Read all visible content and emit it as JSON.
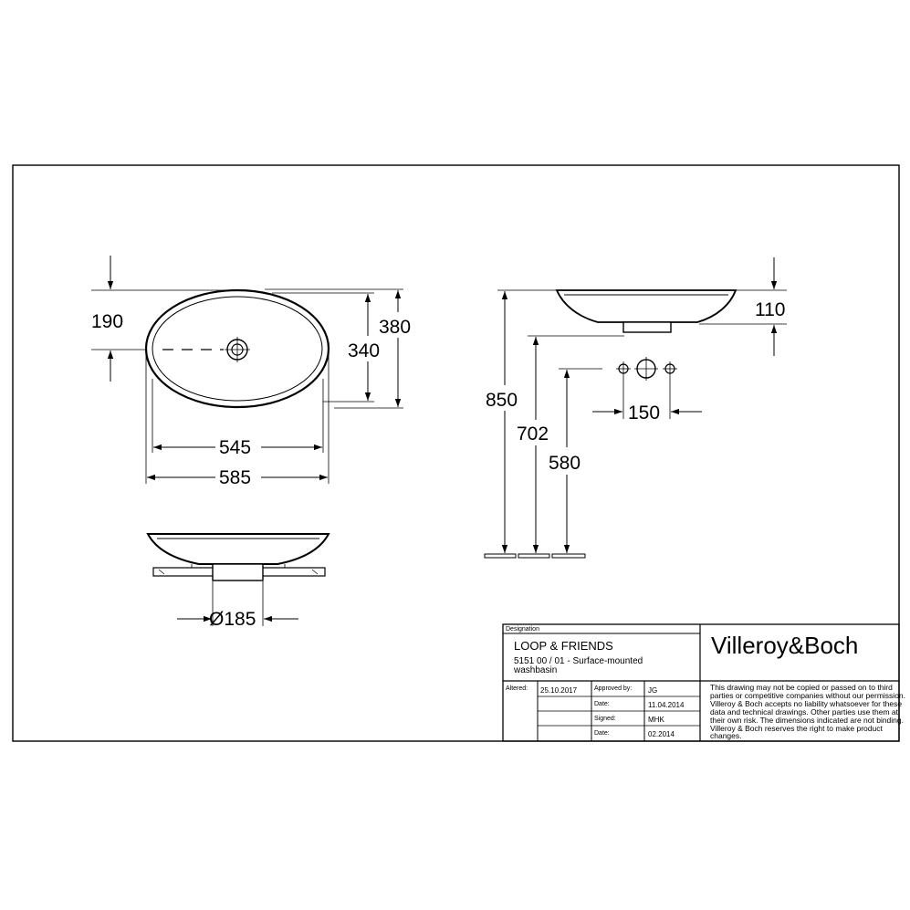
{
  "dimensions": {
    "top_offset": "190",
    "inner_width": "545",
    "outer_width": "585",
    "inner_depth": "340",
    "outer_depth": "380",
    "drain_diameter": "Ø185",
    "height_total": "850",
    "height_702": "702",
    "height_580": "580",
    "rim_height": "110",
    "tap_spacing": "150"
  },
  "title_block": {
    "designation_label": "Designation",
    "product_name": "LOOP & FRIENDS",
    "product_desc_1": "5151 00 / 01 - Surface-mounted",
    "product_desc_2": "washbasin",
    "brand": "Villeroy&Boch",
    "altered_label": "Altered:",
    "altered_value": "25.10.2017",
    "approved_label": "Approved by:",
    "approved_value": "JG",
    "date1_label": "Date:",
    "date1_value": "11.04.2014",
    "signed_label": "Signed:",
    "signed_value": "MHK",
    "date2_label": "Date:",
    "date2_value": "02.2014",
    "disclaimer": [
      "This drawing may not be copied or passed on to third",
      "parties or competitive companies without our permission.",
      "Villeroy & Boch accepts no liability whatsoever for these",
      "data and technical drawings. Other parties use them at",
      "their own risk. The dimensions indicated are not binding.",
      "Villeroy & Boch reserves the right to make product",
      "changes."
    ]
  }
}
